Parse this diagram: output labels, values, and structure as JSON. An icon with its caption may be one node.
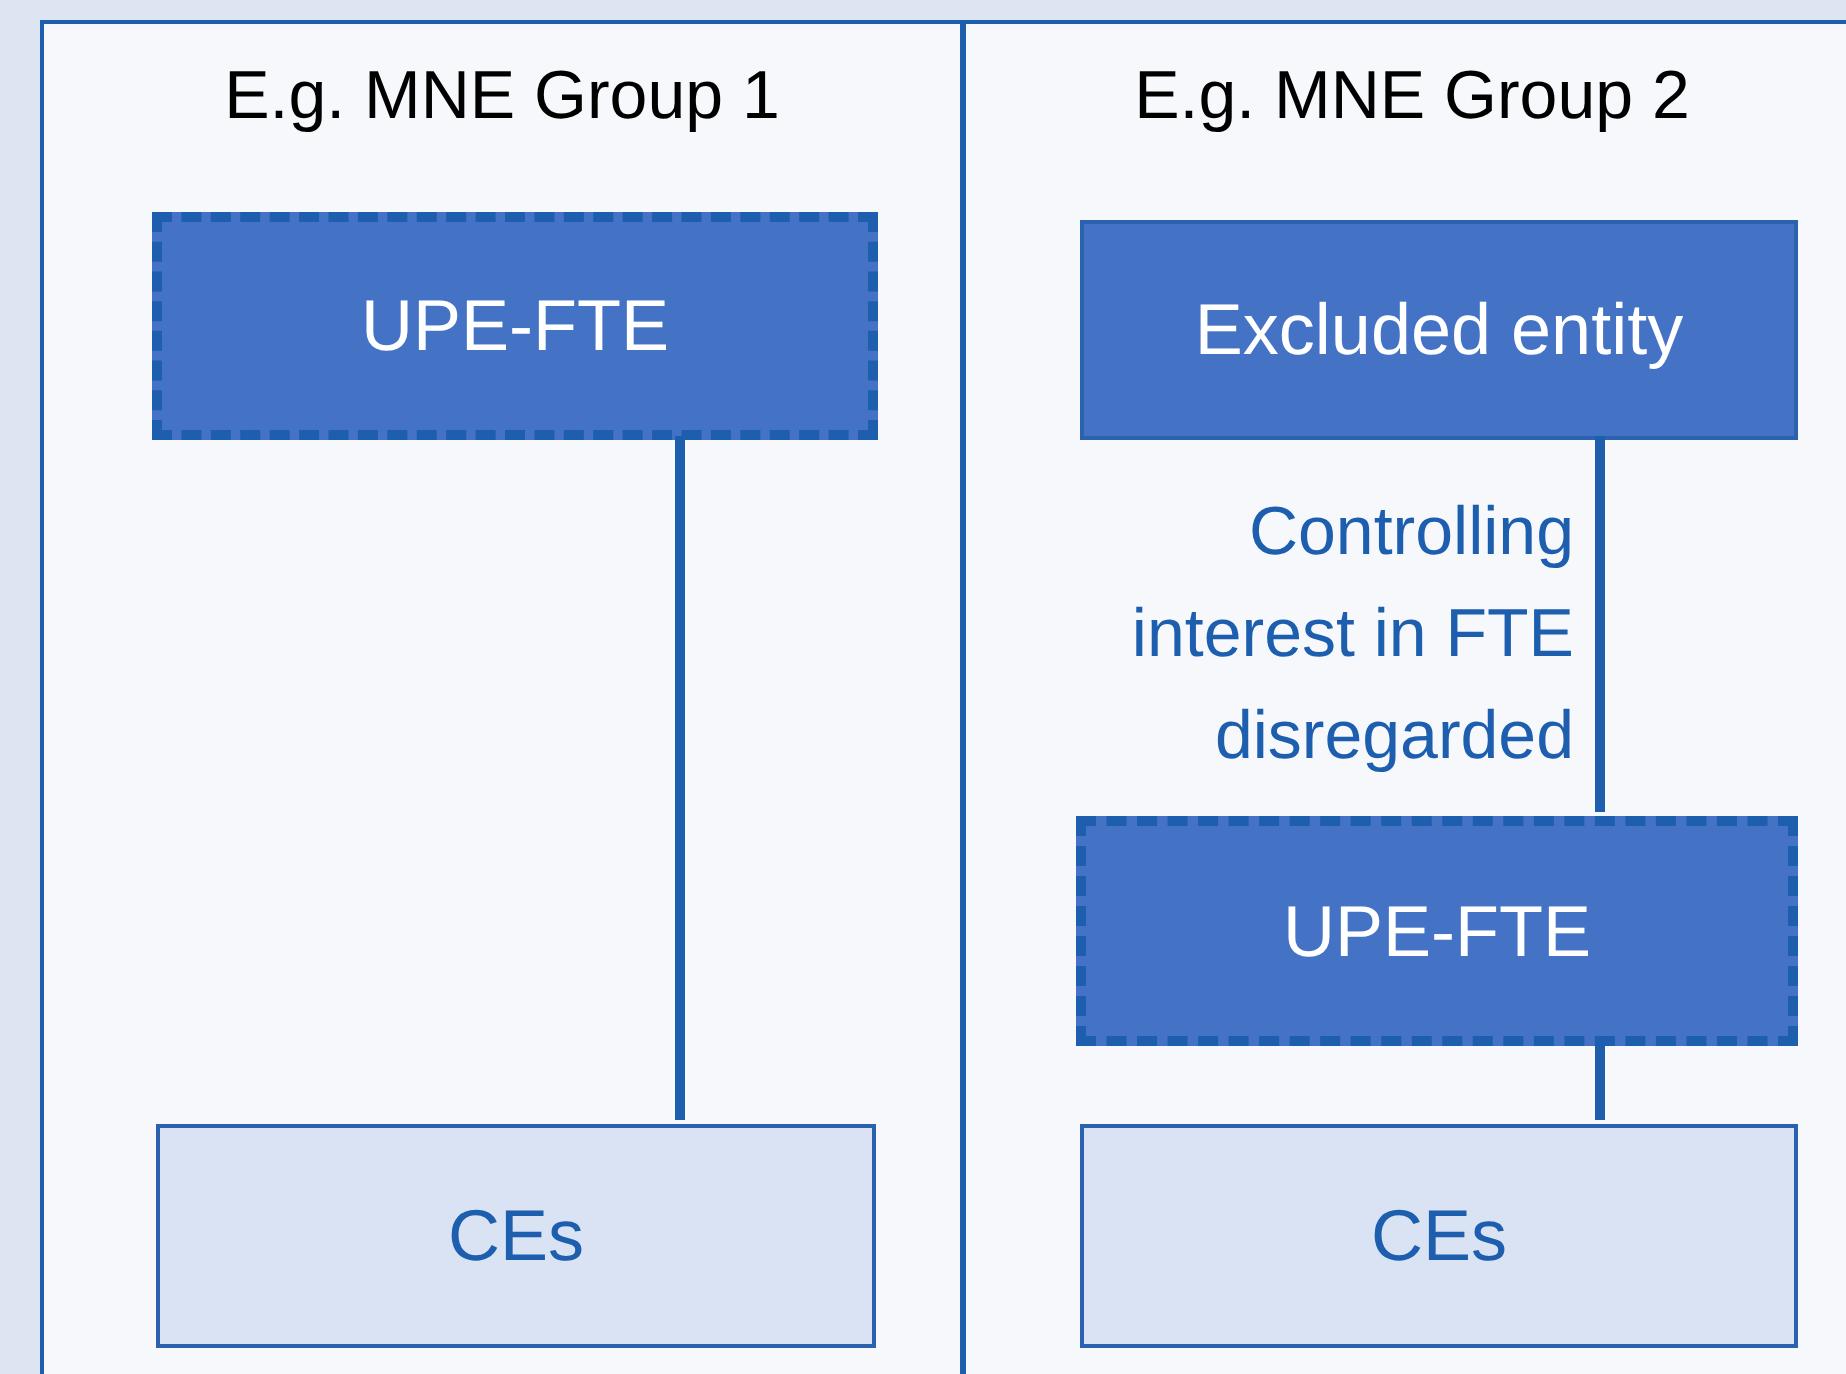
{
  "diagram": {
    "nodes": [
      {
        "text": [
          "E.g. MNE Group 1"
        ]
      },
      {
        "text": [
          "UPE-FTE"
        ],
        "in": 0
      },
      {
        "text": [
          "CEs"
        ],
        "in": 0
      },
      {
        "text": [
          "E.g. MNE Group 2"
        ]
      },
      {
        "text": [
          "Excluded entity"
        ],
        "in": 3
      },
      {
        "text": [
          "UPE-FTE"
        ],
        "in": 3
      },
      {
        "text": [
          "CEs"
        ],
        "in": 3
      }
    ],
    "edges": [
      {
        "from": 1,
        "to": 2,
        "arrow": "none"
      },
      {
        "from": 4,
        "to": 5,
        "arrow": "none",
        "label": "Controlling interest in FTE disregarded"
      },
      {
        "from": 5,
        "to": 6,
        "arrow": "none"
      }
    ]
  }
}
